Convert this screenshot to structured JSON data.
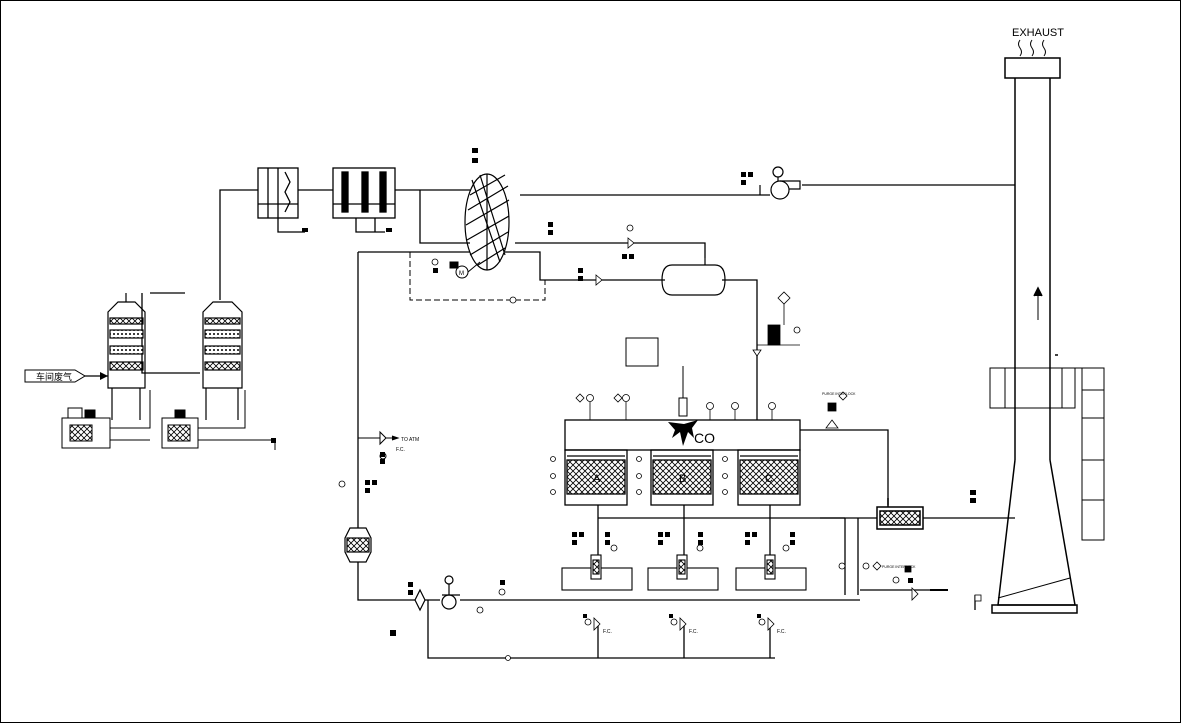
{
  "diagram": {
    "labels": {
      "exhaust": "EXHAUST",
      "workshop_gas": "车间废气",
      "co": "CO",
      "to_atm": "TO ATM",
      "fc": "F.C.",
      "purge_interlock": "PURGE INTERLOCK",
      "bed_a": "A",
      "bed_b": "B",
      "bed_c": "C"
    },
    "colors": {
      "line": "#000000",
      "background": "#ffffff",
      "bed_hatch": "#000000"
    }
  }
}
